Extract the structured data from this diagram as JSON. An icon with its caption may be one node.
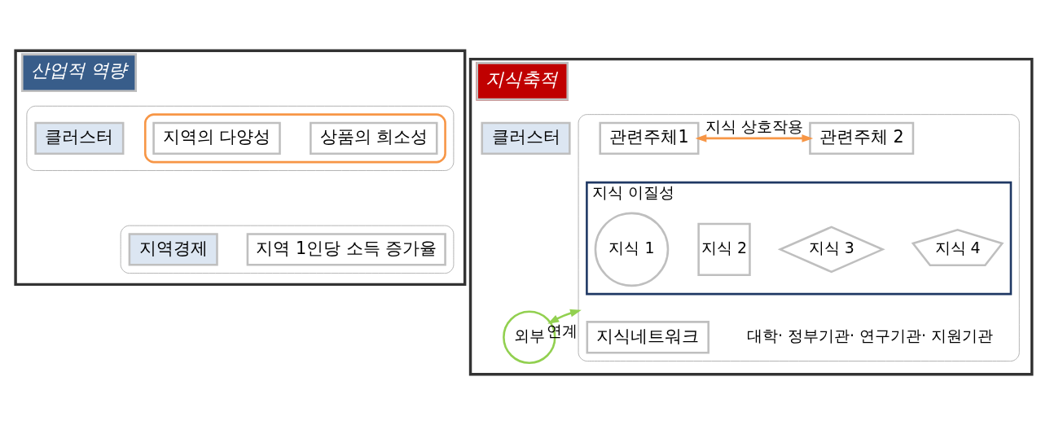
{
  "diagram": {
    "nodes": [
      {
        "text": [
          "산업적 역량"
        ]
      },
      {
        "text": [],
        "shape": "box",
        "in": 0
      },
      {
        "text": [
          "클러스터"
        ],
        "in": 1
      },
      {
        "text": [],
        "shape": "ellipse",
        "in": 1
      },
      {
        "text": [
          "지역의 다양성"
        ],
        "in": 3
      },
      {
        "text": [
          "상품의 희소성"
        ],
        "in": 3
      },
      {
        "text": [],
        "shape": "box",
        "in": 0
      },
      {
        "text": [
          "지역경제"
        ],
        "in": 6
      },
      {
        "text": [
          "지역 1인당 소득 증가율"
        ],
        "in": 6
      },
      {
        "text": [
          "지식축적"
        ]
      },
      {
        "text": [
          "클러스터"
        ],
        "in": 9
      },
      {
        "text": [],
        "shape": "box",
        "in": 9
      },
      {
        "text": [
          "관련주체1"
        ],
        "in": 11
      },
      {
        "text": [
          "관련주체 2"
        ],
        "in": 11
      },
      {
        "text": [
          "지식 이질성"
        ],
        "in": 11
      },
      {
        "text": [
          "지식 1"
        ],
        "in": 14
      },
      {
        "text": [
          "지식 2"
        ],
        "in": 14
      },
      {
        "text": [
          "지식 3"
        ],
        "in": 14
      },
      {
        "text": [
          "지식 4"
        ],
        "in": 14
      },
      {
        "text": [
          "지식네트워크"
        ],
        "in": 11,
        "beside": [
          "대학· 정부기관· 연구기관· 지원기관"
        ]
      },
      {
        "text": [
          "외부"
        ],
        "in": 9
      }
    ],
    "edges": [
      {
        "from": 12,
        "to": 13,
        "arrow": "both",
        "label": "지식 상호작용",
        "color": "#f79646"
      },
      {
        "from": 20,
        "to": 11,
        "arrow": "both",
        "label": "연계",
        "color": "#92d050"
      }
    ]
  }
}
